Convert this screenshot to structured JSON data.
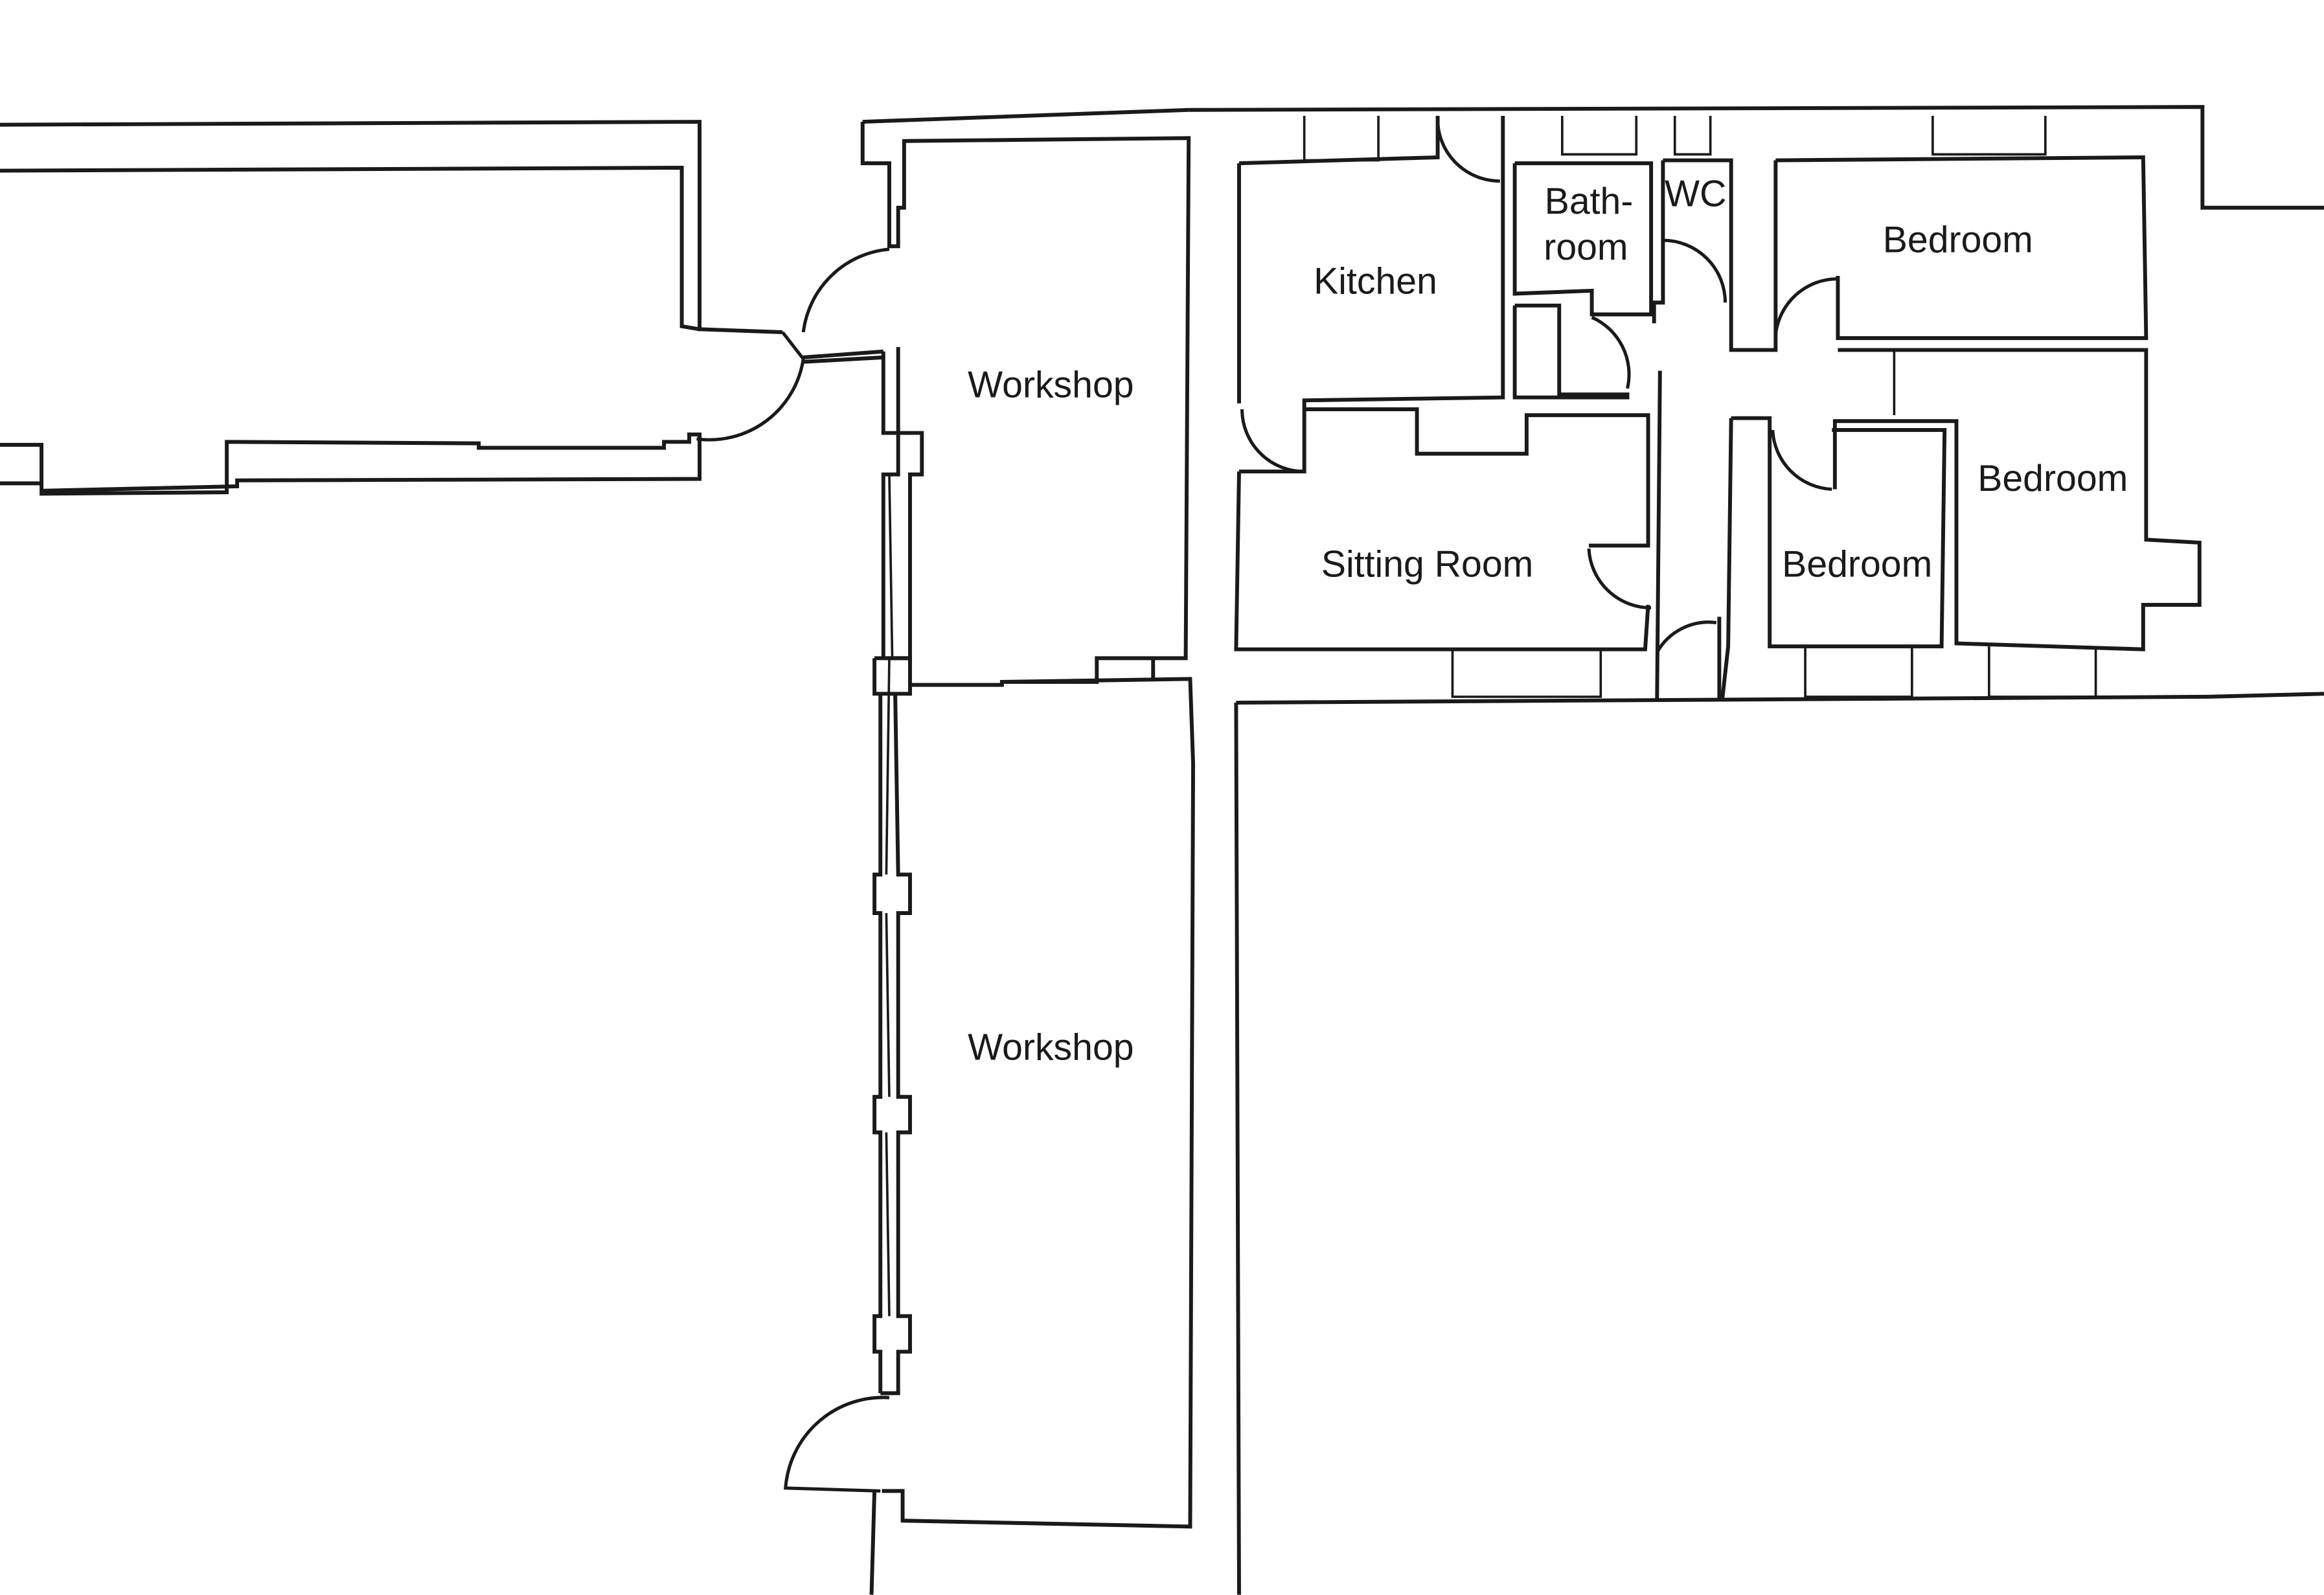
{
  "diagram": {
    "type": "floor-plan",
    "line_color": "#1a1a1a",
    "background": "#ffffff",
    "rooms": [
      {
        "id": "workshop-north",
        "label": "Workshop"
      },
      {
        "id": "workshop-south",
        "label": "Workshop"
      },
      {
        "id": "kitchen",
        "label": "Kitchen"
      },
      {
        "id": "bathroom",
        "label_line1": "Bath-",
        "label_line2": "room"
      },
      {
        "id": "wc",
        "label": "WC"
      },
      {
        "id": "bedroom-ne",
        "label": "Bedroom"
      },
      {
        "id": "bedroom-e",
        "label": "Bedroom"
      },
      {
        "id": "bedroom-mid",
        "label": "Bedroom"
      },
      {
        "id": "sitting-room",
        "label": "Sitting Room"
      }
    ]
  }
}
